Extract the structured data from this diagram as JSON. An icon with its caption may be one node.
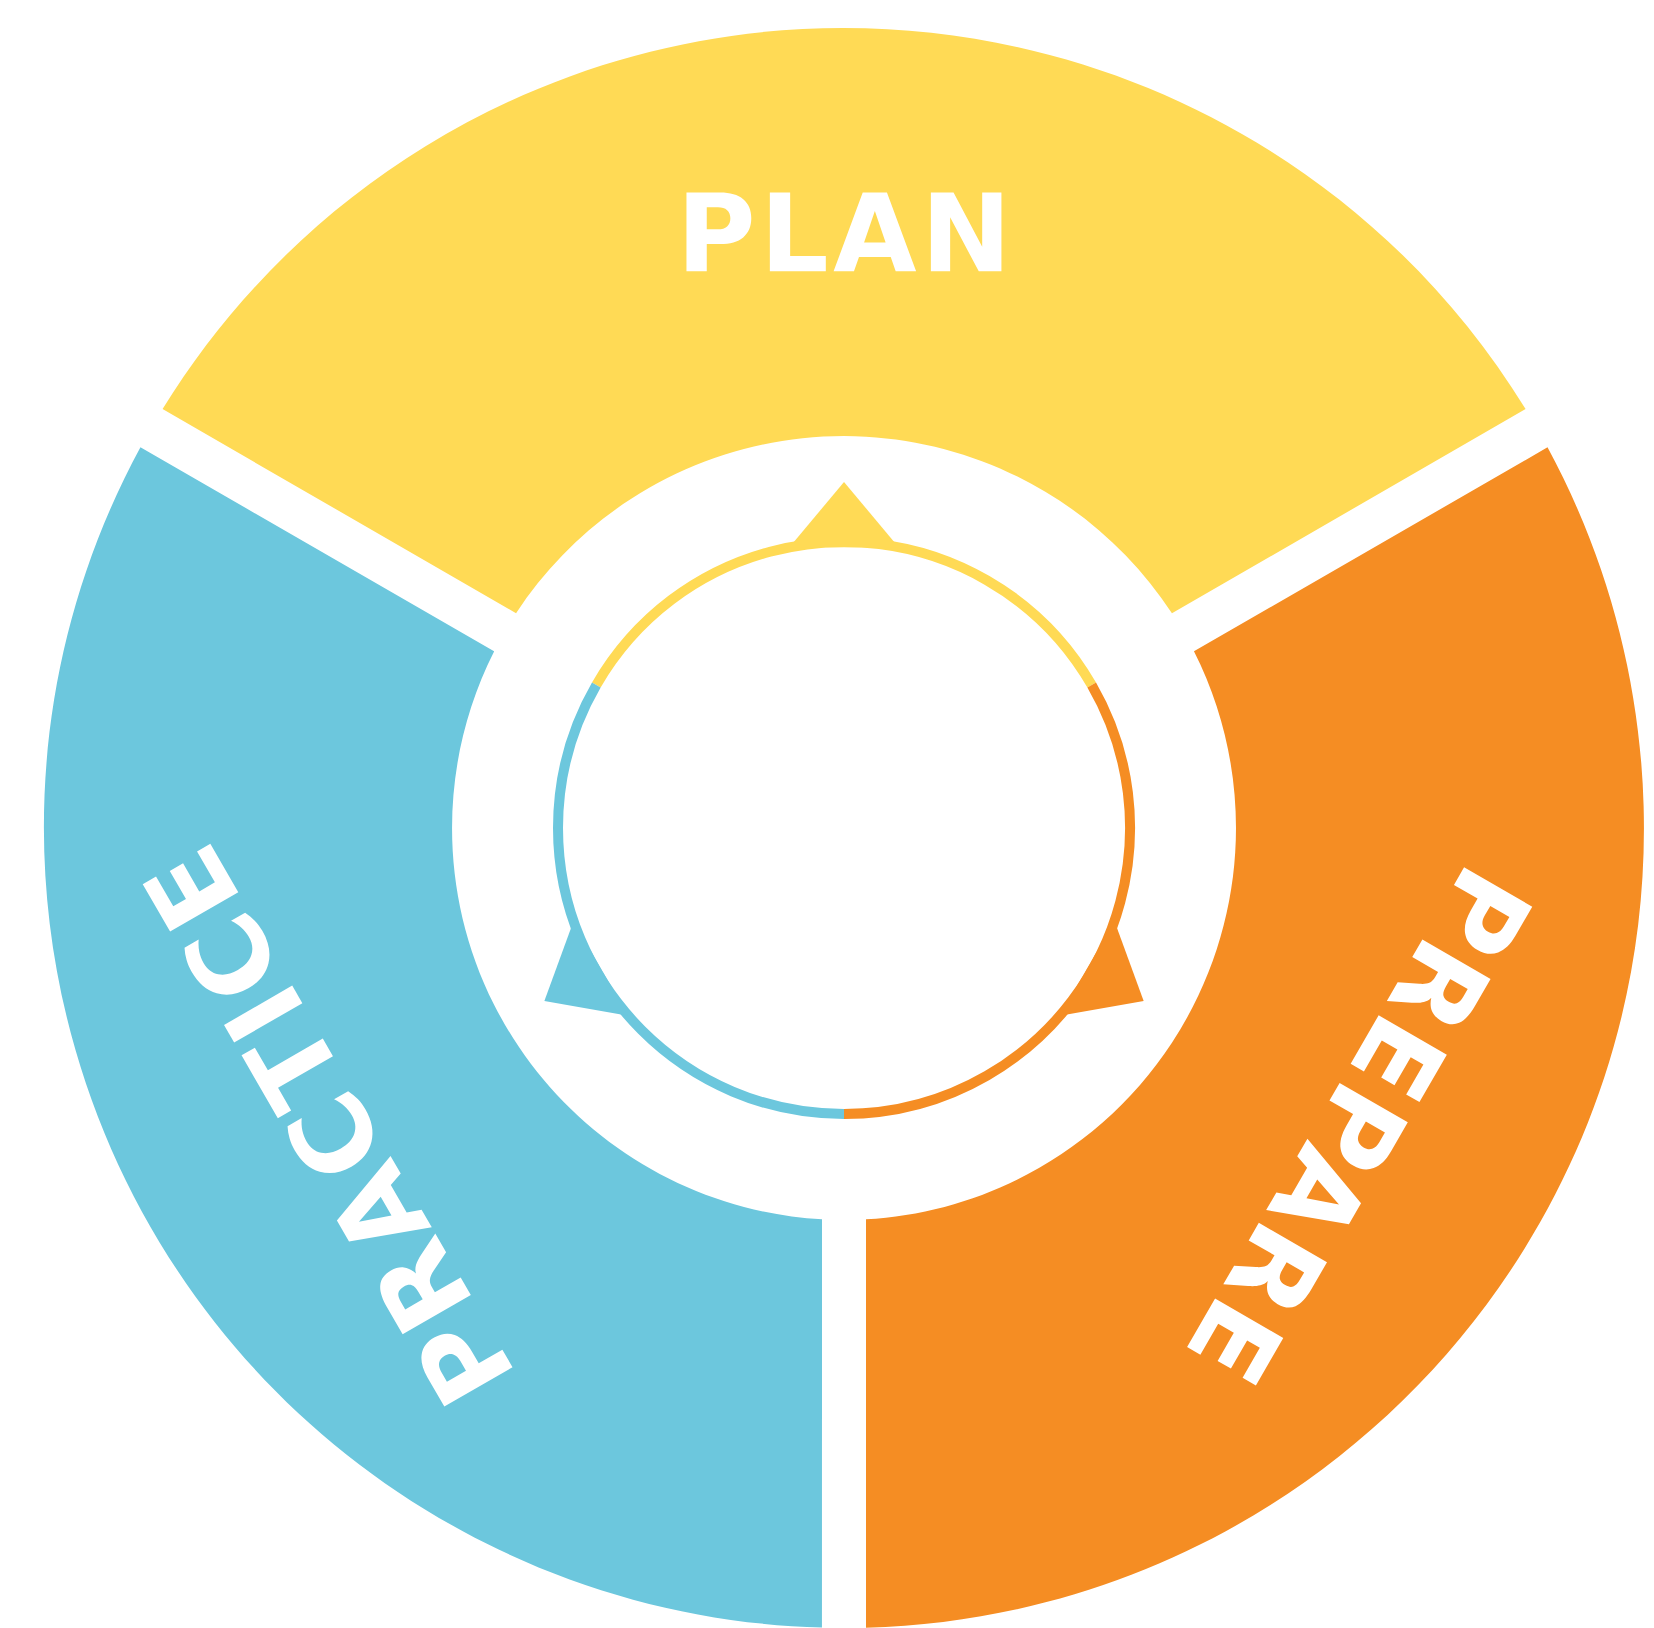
{
  "diagram": {
    "nodes": [
      {
        "text": [
          "PLAN"
        ]
      },
      {
        "text": [
          "PREPARE"
        ]
      },
      {
        "text": [
          "PRACTICE"
        ]
      }
    ]
  }
}
